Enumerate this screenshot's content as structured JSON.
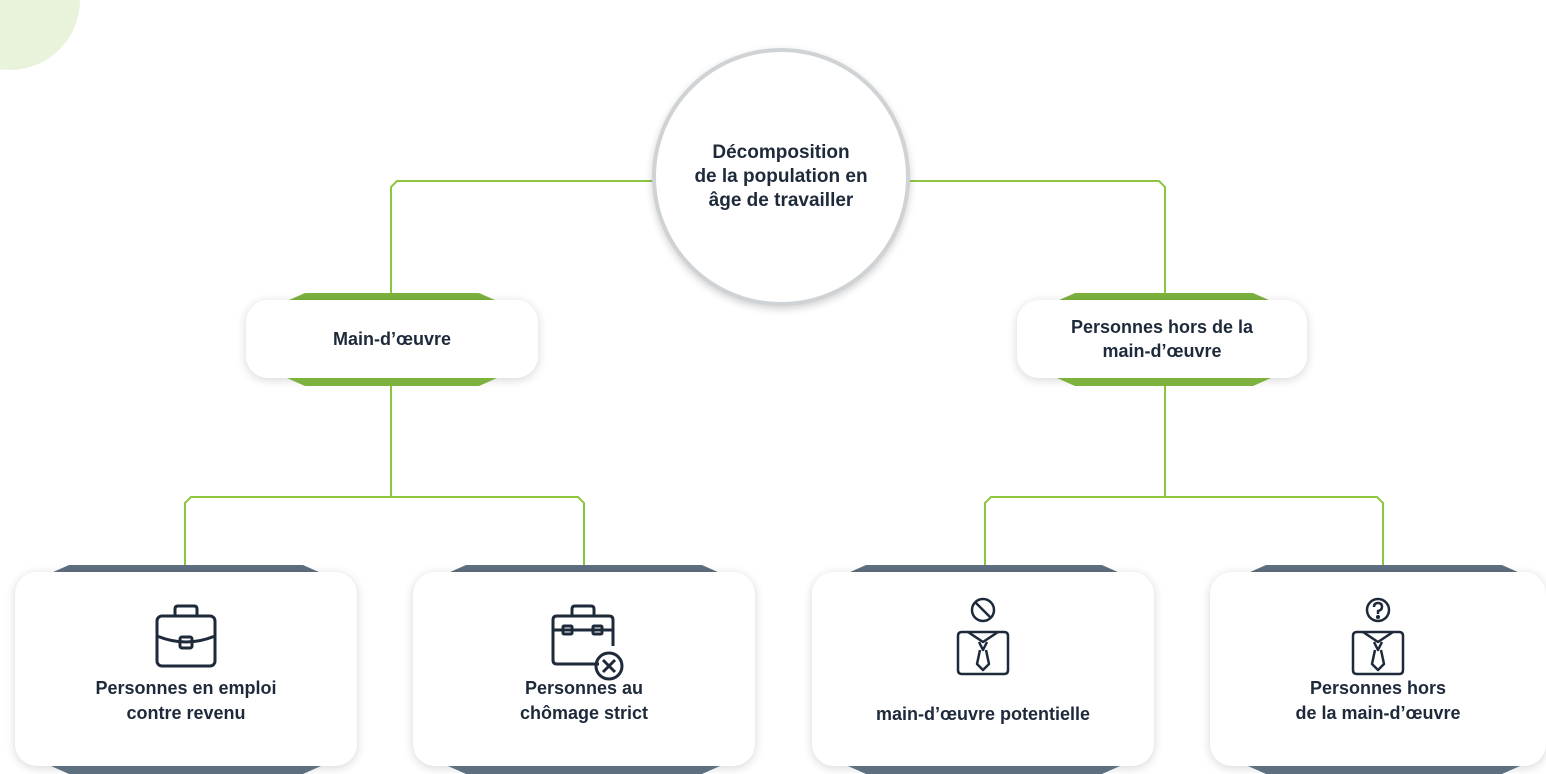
{
  "root": {
    "label": "Décomposition\nde la population en\nâge de travailler"
  },
  "branches": [
    {
      "label": "Main-d’œuvre"
    },
    {
      "label": "Personnes hors de la\nmain-d’œuvre"
    }
  ],
  "leaves": [
    {
      "label": "Personnes en emploi\ncontre revenu",
      "icon": "briefcase-icon"
    },
    {
      "label": "Personnes au\nchômage strict",
      "icon": "briefcase-cancel-icon"
    },
    {
      "label": "main-d’œuvre potentielle",
      "icon": "person-blocked-icon"
    },
    {
      "label": "Personnes hors\nde la main-d’œuvre",
      "icon": "person-question-icon"
    }
  ],
  "colors": {
    "connector": "#8cc63f",
    "branch_accent": "#7cb23d",
    "leaf_accent": "#5e6f80",
    "icon_stroke": "#1e2a3a",
    "root_border": "#cfd3d6"
  }
}
